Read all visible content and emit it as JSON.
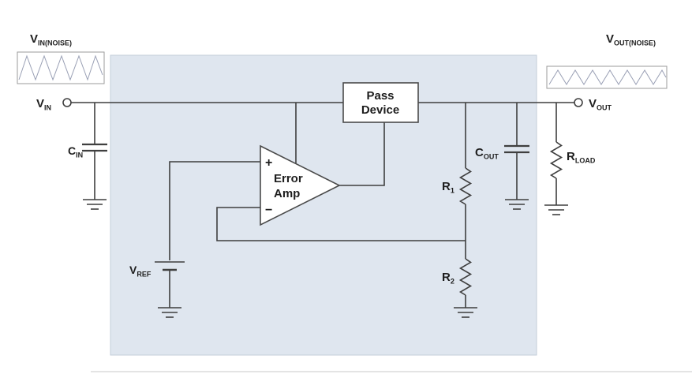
{
  "labels": {
    "vin_noise": {
      "main": "V",
      "sub": "IN(NOISE)"
    },
    "vin": {
      "main": "V",
      "sub": "IN"
    },
    "cin": {
      "main": "C",
      "sub": "IN"
    },
    "vref": {
      "main": "V",
      "sub": "REF"
    },
    "pass_device": {
      "line1": "Pass",
      "line2": "Device"
    },
    "error_amp": {
      "line1": "Error",
      "line2": "Amp",
      "plus_input": "+",
      "minus_input": "−"
    },
    "r1": {
      "main": "R",
      "sub": "1"
    },
    "r2": {
      "main": "R",
      "sub": "2"
    },
    "cout": {
      "main": "C",
      "sub": "OUT"
    },
    "rload": {
      "main": "R",
      "sub": "LOAD"
    },
    "vout": {
      "main": "V",
      "sub": "OUT"
    },
    "vout_noise": {
      "main": "V",
      "sub": "OUT(NOISE)"
    }
  },
  "colors": {
    "ldo_block_fill": "#dfe6ef",
    "ldo_block_border": "#c3cdda",
    "wire": "#3f3f3f",
    "component_fill": "#ffffff",
    "noise_wave": "#9aa0b5",
    "text": "#1e1e1e"
  }
}
